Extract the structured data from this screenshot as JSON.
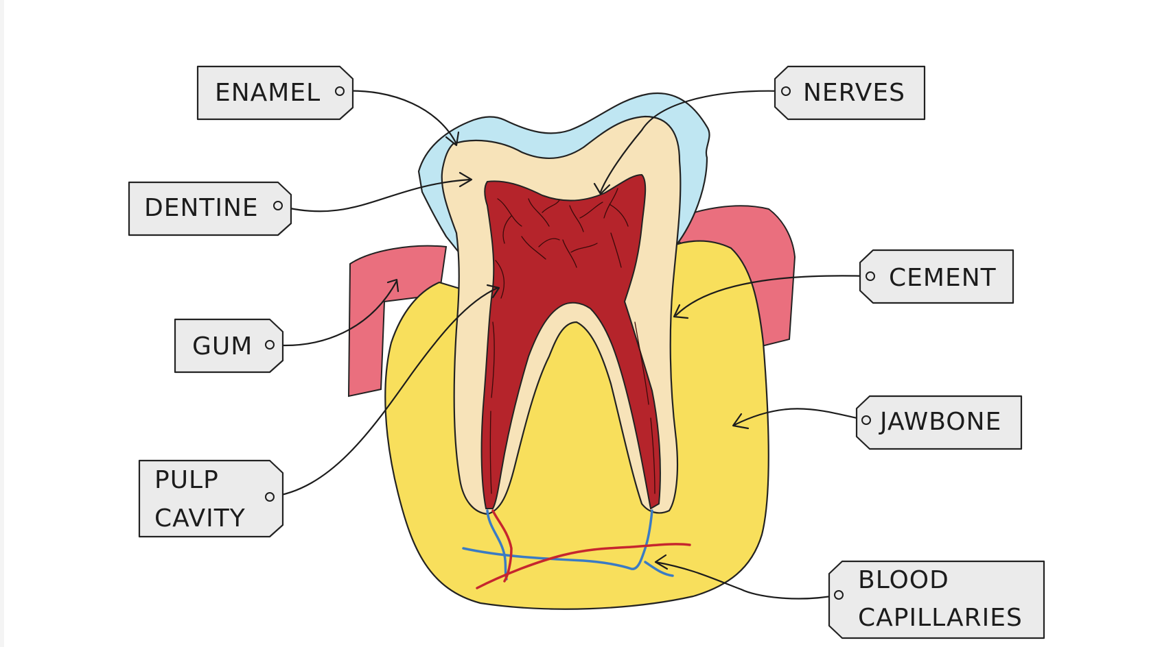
{
  "colors": {
    "enamel": "#bfe6f2",
    "dentine": "#f7e3b9",
    "pulp": "#b5242b",
    "gum": "#ea6f7e",
    "jawbone": "#f8df5c",
    "capillary_red": "#c6262e",
    "capillary_blue": "#3a7bc4",
    "label_fill": "#ebebeb"
  },
  "labels": {
    "enamel": "ENAMEL",
    "dentine": "DENTINE",
    "gum": "GUM",
    "pulp_cavity_line1": "PULP",
    "pulp_cavity_line2": "CAVITY",
    "nerves": "NERVES",
    "cement": "CEMENT",
    "jawbone": "JAWBONE",
    "blood_capillaries_line1": "BLOOD",
    "blood_capillaries_line2": "CAPILLARIES"
  }
}
